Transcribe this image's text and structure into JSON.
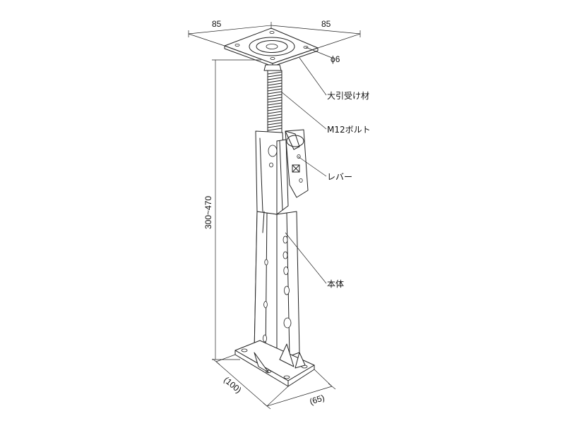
{
  "dimensions": {
    "plate_left": "85",
    "plate_right": "85",
    "hole_dia": "ϕ6",
    "height_range": "300~470",
    "base_depth": "(100)",
    "base_width": "(65)"
  },
  "callouts": {
    "beam_support": "大引受け材",
    "bolt": "M12ボルト",
    "lever": "レバー",
    "body": "本体"
  }
}
